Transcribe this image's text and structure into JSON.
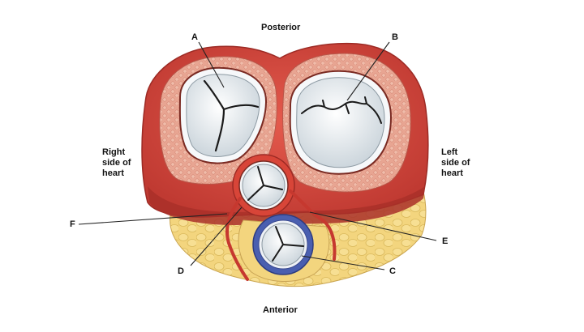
{
  "orientation": {
    "top": "Posterior",
    "bottom": "Anterior",
    "left": "Right\nside of\nheart",
    "right": "Left\nside of\nheart"
  },
  "labels": {
    "a": "A",
    "b": "B",
    "c": "C",
    "d": "D",
    "e": "E",
    "f": "F"
  },
  "colors": {
    "myocardium": "#d9453d",
    "myocardium_dark": "#b52f2a",
    "fibrous_ring": "#e9a08e",
    "fat": "#f2d27a",
    "valve_leaflet": "#e9eef1",
    "pulmonary_ring": "#4a5fb0"
  }
}
